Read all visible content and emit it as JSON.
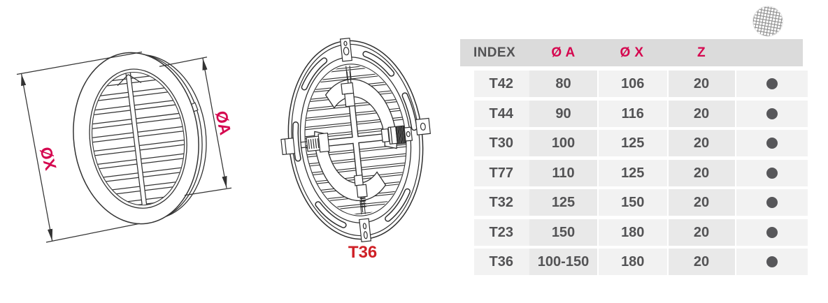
{
  "accent": {
    "pink": "#d5074f",
    "red": "#cf2127",
    "ink": "#535355",
    "line": "#333333"
  },
  "front_view": {
    "dim_outer_label": "ØX",
    "dim_collar_label": "ØA"
  },
  "back_view": {
    "model_label": "T36"
  },
  "legend": {
    "mesh_icon": "mesh-circle"
  },
  "table": {
    "columns": [
      "INDEX",
      "Ø A",
      "Ø X",
      "Z",
      ""
    ],
    "rows": [
      {
        "index": "T42",
        "dia_a": "80",
        "dia_x": "106",
        "z": "20",
        "mesh": true
      },
      {
        "index": "T44",
        "dia_a": "90",
        "dia_x": "116",
        "z": "20",
        "mesh": true
      },
      {
        "index": "T30",
        "dia_a": "100",
        "dia_x": "125",
        "z": "20",
        "mesh": true
      },
      {
        "index": "T77",
        "dia_a": "110",
        "dia_x": "125",
        "z": "20",
        "mesh": true
      },
      {
        "index": "T32",
        "dia_a": "125",
        "dia_x": "150",
        "z": "20",
        "mesh": true
      },
      {
        "index": "T23",
        "dia_a": "150",
        "dia_x": "180",
        "z": "20",
        "mesh": true
      },
      {
        "index": "T36",
        "dia_a": "100-150",
        "dia_x": "180",
        "z": "20",
        "mesh": true
      }
    ]
  }
}
